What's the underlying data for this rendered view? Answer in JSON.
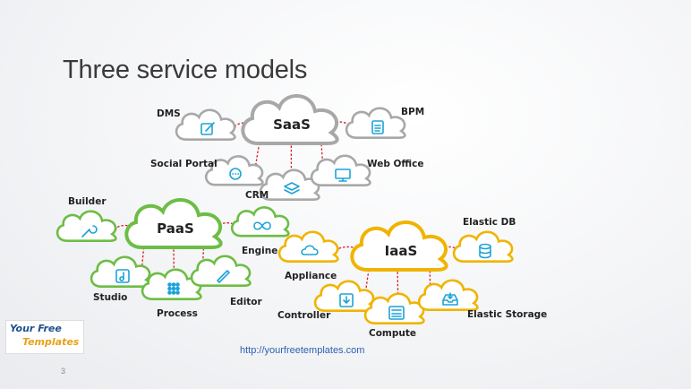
{
  "title": "Three service models",
  "colors": {
    "saas": "#a8a8a8",
    "paas": "#6dbd45",
    "iaas": "#f0b400",
    "icon": "#1ca3d8",
    "connector": "#d81e1e"
  },
  "diagram": {
    "groups": [
      {
        "id": "saas",
        "hub": "SaaS",
        "nodes": [
          {
            "label": "DMS",
            "icon": "edit-icon"
          },
          {
            "label": "BPM",
            "icon": "clipboard-icon"
          },
          {
            "label": "Social Portal",
            "icon": "chat-icon"
          },
          {
            "label": "CRM",
            "icon": "layers-icon"
          },
          {
            "label": "Web Office",
            "icon": "monitor-icon"
          }
        ]
      },
      {
        "id": "paas",
        "hub": "PaaS",
        "nodes": [
          {
            "label": "Builder",
            "icon": "wrench-icon"
          },
          {
            "label": "Engine",
            "icon": "infinity-icon"
          },
          {
            "label": "Studio",
            "icon": "music-icon"
          },
          {
            "label": "Process",
            "icon": "grid-icon"
          },
          {
            "label": "Editor",
            "icon": "pencil-icon"
          }
        ]
      },
      {
        "id": "iaas",
        "hub": "IaaS",
        "nodes": [
          {
            "label": "Appliance",
            "icon": "cloud-icon"
          },
          {
            "label": "Elastic DB",
            "icon": "database-icon"
          },
          {
            "label": "Controller",
            "icon": "download-icon"
          },
          {
            "label": "Compute",
            "icon": "sliders-icon"
          },
          {
            "label": "Elastic Storage",
            "icon": "inbox-icon"
          }
        ]
      }
    ]
  },
  "logo": {
    "line1": "Your Free",
    "line2": "Templates"
  },
  "footer": {
    "url": "http://yourfreetemplates.com",
    "page": "3"
  }
}
